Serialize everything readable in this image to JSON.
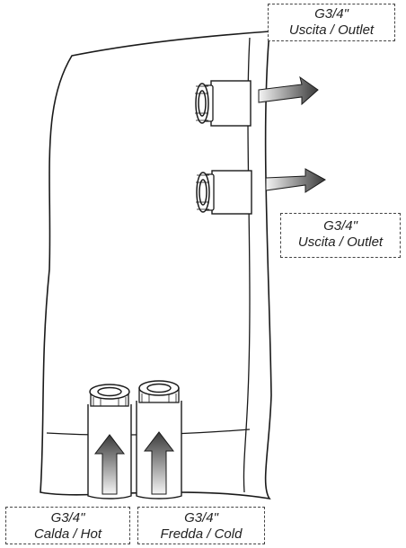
{
  "callouts": {
    "outlet_top": {
      "size": "G3/4\"",
      "label": "Uscita / Outlet"
    },
    "outlet_middle": {
      "size": "G3/4\"",
      "label": "Uscita / Outlet"
    },
    "inlet_hot": {
      "size": "G3/4\"",
      "label": "Calda / Hot"
    },
    "inlet_cold": {
      "size": "G3/4\"",
      "label": "Fredda / Cold"
    }
  },
  "colors": {
    "outline": "#1a1a1a",
    "arrow_light": "#f2f2f2",
    "arrow_dark": "#3a3a3a",
    "callout_border": "#444444"
  },
  "icons": {
    "outlet": "arrow-right-icon",
    "inlet": "arrow-up-icon"
  }
}
